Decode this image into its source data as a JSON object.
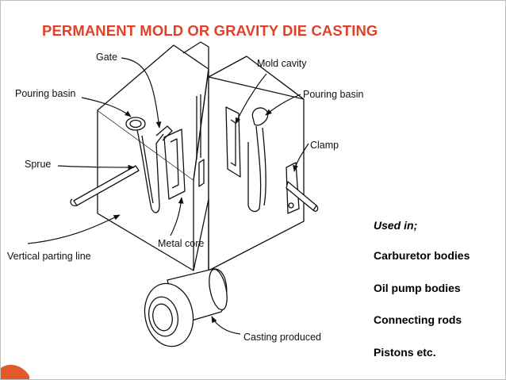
{
  "slide": {
    "title": "PERMANENT MOLD OR GRAVITY DIE CASTING",
    "title_color": "#e0412a",
    "accent_color": "#e05a2a"
  },
  "diagram": {
    "labels": {
      "gate": "Gate",
      "mold_cavity": "Mold cavity",
      "pouring_basin_left": "Pouring basin",
      "pouring_basin_right": "Pouring basin",
      "clamp": "Clamp",
      "sprue": "Sprue",
      "vertical_parting_line": "Vertical parting line",
      "metal_core": "Metal core",
      "casting_produced": "Casting produced"
    }
  },
  "uses": {
    "heading": "Used in;",
    "items": [
      "Carburetor bodies",
      "Oil pump bodies",
      "Connecting rods",
      "Pistons etc."
    ]
  }
}
